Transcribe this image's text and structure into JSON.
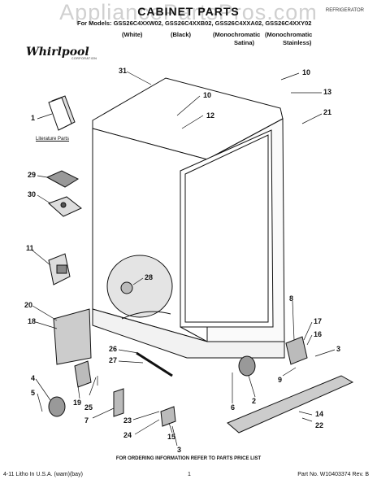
{
  "watermark": "AppliancePartsPros.com",
  "header": {
    "title": "CABINET PARTS",
    "subtitle": "REFRIGERATOR",
    "models": "For Models: GSS26C4XXW02, GSS26C4XXB02, GSS26C4XXA02, GSS26C4XXY02",
    "variants": [
      "(White)",
      "(Black)",
      "(Monochromatic",
      "(Monochromatic",
      "Satina)",
      "Stainless)"
    ]
  },
  "brand": {
    "logo_text": "Whirlpool",
    "logo_sub": "CORPORATION"
  },
  "literature_label": "Literature Parts",
  "callouts": [
    "31",
    "10",
    "13",
    "10",
    "12",
    "21",
    "1",
    "29",
    "30",
    "28",
    "11",
    "20",
    "18",
    "8",
    "17",
    "16",
    "3",
    "26",
    "27",
    "4",
    "5",
    "19",
    "25",
    "7",
    "6",
    "2",
    "9",
    "14",
    "22",
    "23",
    "24",
    "15",
    "3"
  ],
  "footer": {
    "order_info": "FOR ORDERING INFORMATION REFER TO PARTS PRICE LIST",
    "left": "4-11 Litho In U.S.A. (wam)(bay)",
    "page": "1",
    "part_no": "Part No. W10403374 Rev. B"
  },
  "colors": {
    "line": "#111111",
    "fill": "#ffffff",
    "shade": "#d8d8d8",
    "dark": "#555555"
  }
}
